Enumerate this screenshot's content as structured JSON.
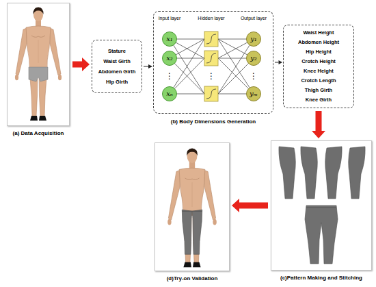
{
  "diagram": {
    "nodes": [
      {
        "text": [
          "(a) Data Acquisition"
        ]
      },
      {
        "text": [
          "Stature",
          "Waist Girth",
          "Abdomen Girth",
          "Hip Girth"
        ]
      },
      {
        "text": [
          "Input layer",
          "Hidden layer",
          "Output layer",
          "(b) Body Dimensions Generation"
        ]
      },
      {
        "text": [
          "x₁"
        ],
        "in": 2
      },
      {
        "text": [
          "x₂"
        ],
        "in": 2
      },
      {
        "text": [
          "xₙ"
        ],
        "in": 2
      },
      {
        "text": [
          "y₁"
        ],
        "in": 2
      },
      {
        "text": [
          "y₂"
        ],
        "in": 2
      },
      {
        "text": [
          "yₘ"
        ],
        "in": 2
      },
      {
        "text": [
          "Waist Height",
          "Abdomen Height",
          "Hip Height",
          "Crotch Height",
          "Knee Height",
          "Crotch Length",
          "Thigh Girth",
          "Knee Girth"
        ]
      },
      {
        "text": [
          "(c)Pattern Making and Stitching"
        ]
      },
      {
        "text": [
          "(d)Try-on Validation"
        ]
      }
    ],
    "edges": [
      {
        "from": 0,
        "to": 1,
        "arrow": "to"
      },
      {
        "from": 1,
        "to": 2,
        "arrow": "to"
      },
      {
        "from": 2,
        "to": 9,
        "arrow": "to"
      },
      {
        "from": 9,
        "to": 10,
        "arrow": "to"
      },
      {
        "from": 10,
        "to": 11,
        "arrow": "to"
      }
    ],
    "labels": [
      "⋮",
      "⋮",
      "⋮"
    ]
  }
}
